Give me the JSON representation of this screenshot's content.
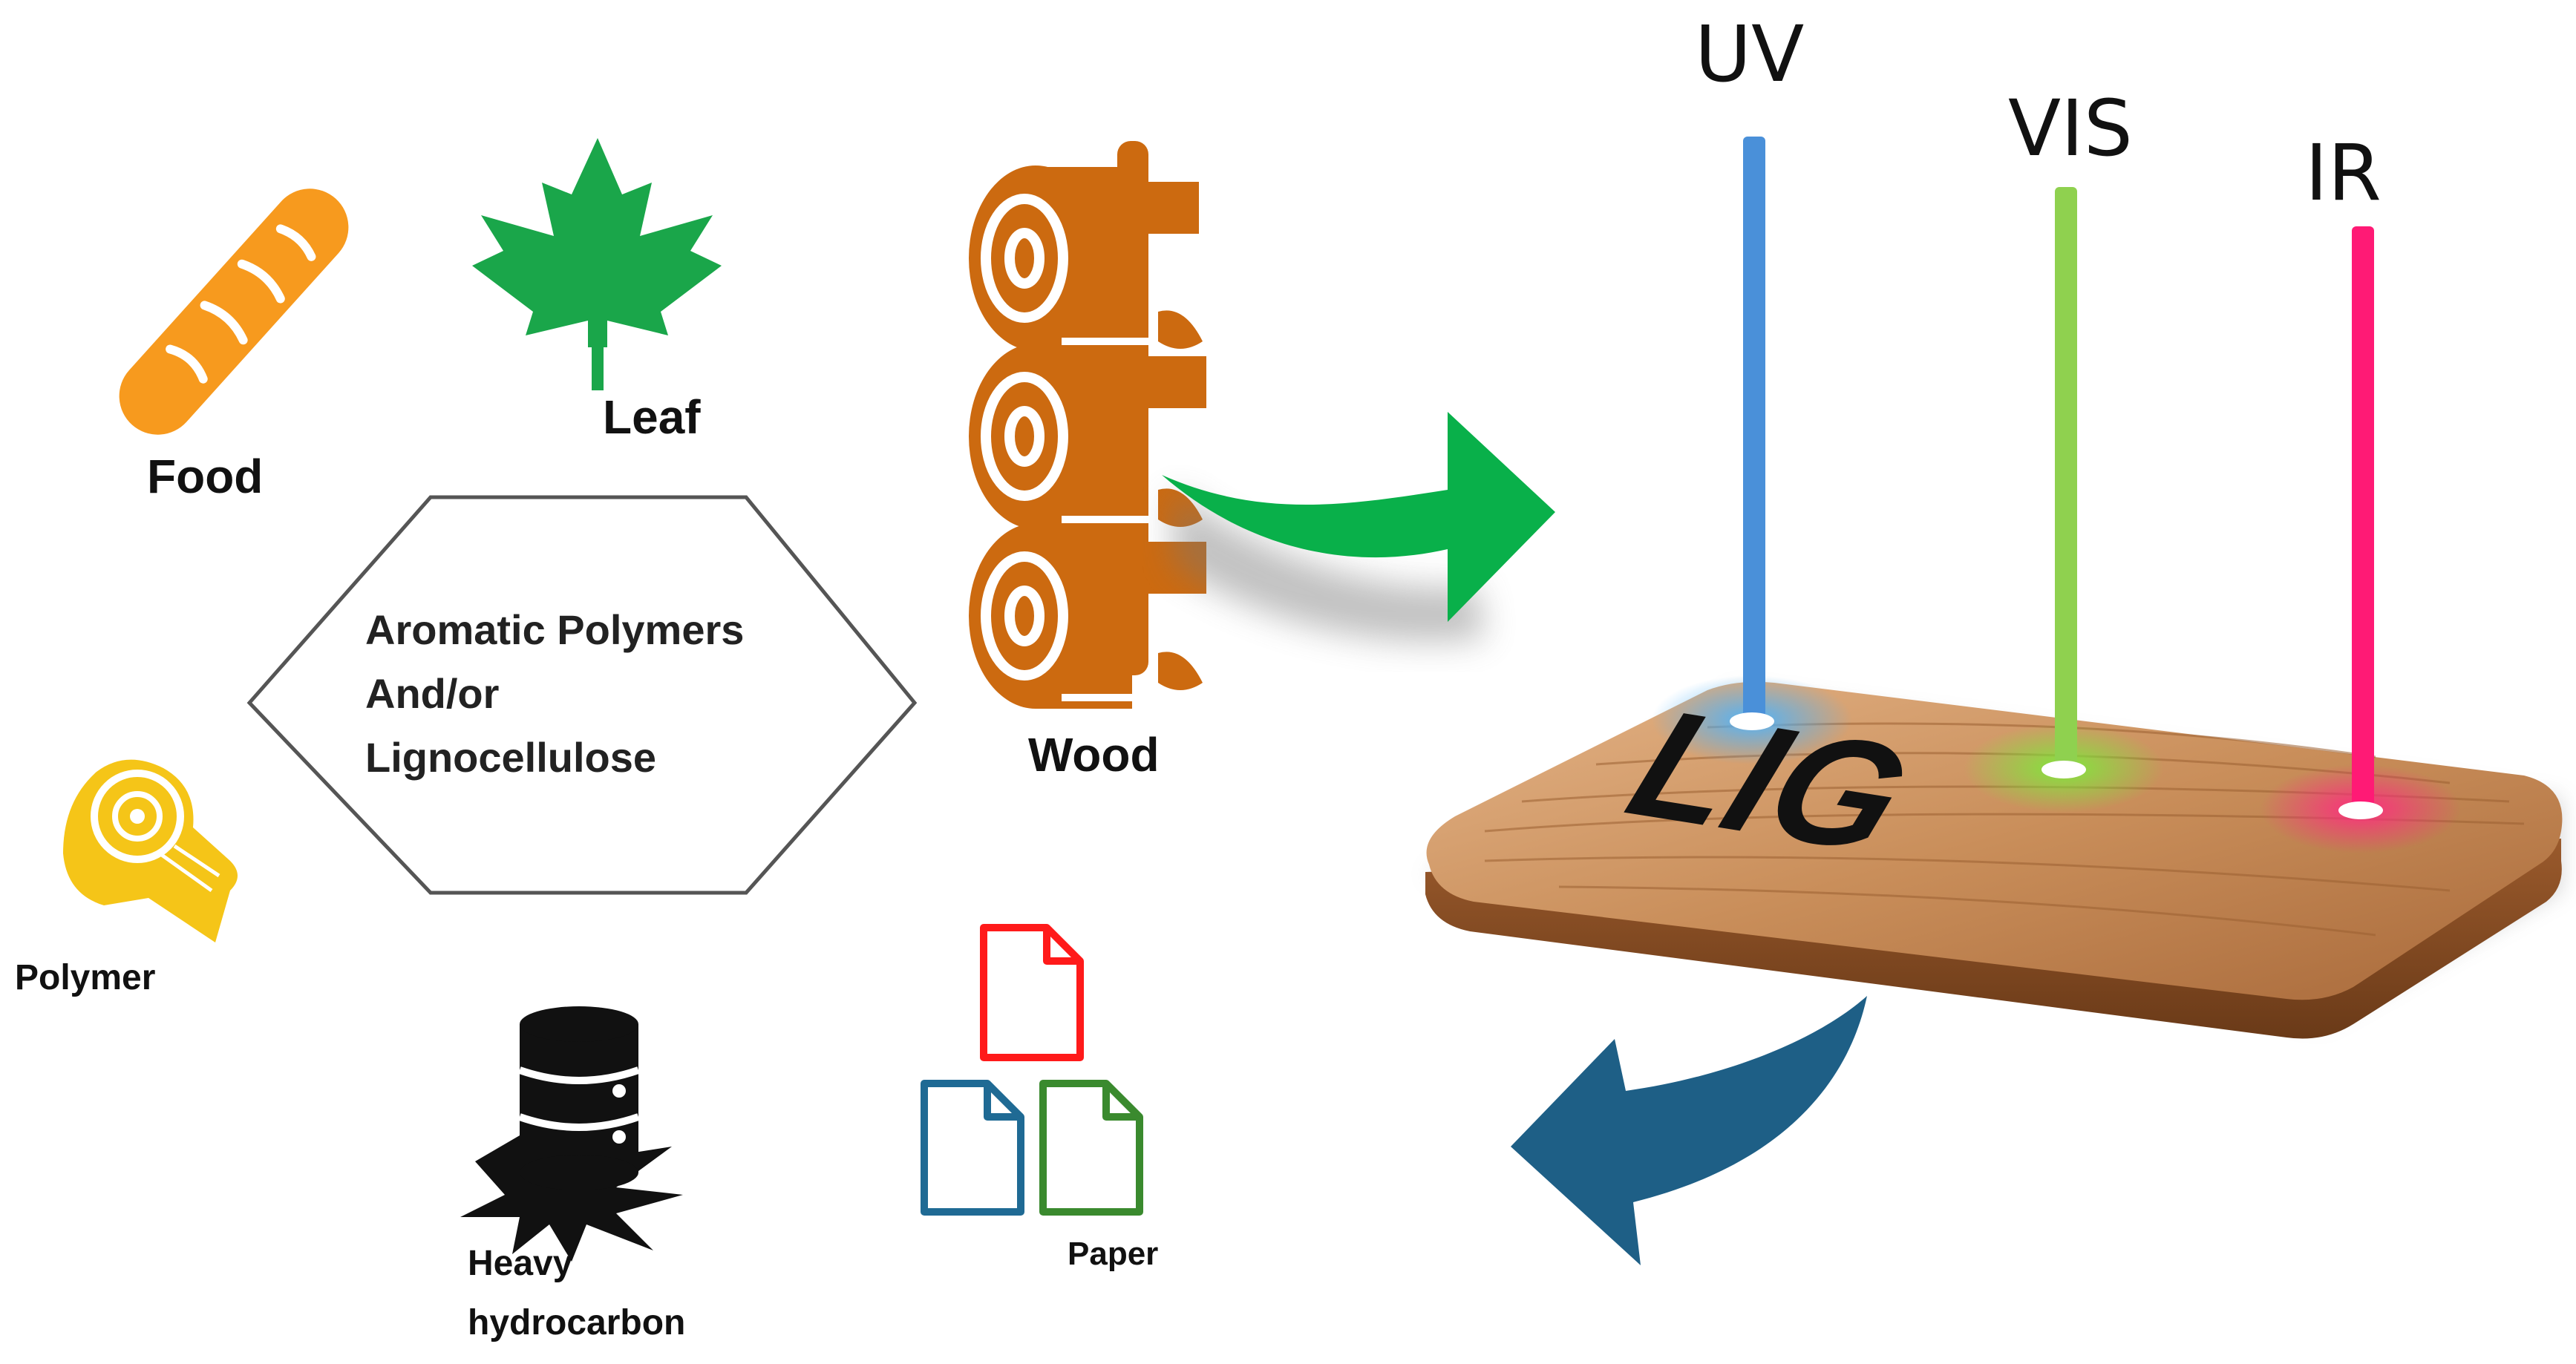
{
  "center": {
    "lines": [
      "Aromatic Polymers",
      "And/or",
      "Lignocellulose"
    ]
  },
  "sources": {
    "food": "Food",
    "leaf": "Leaf",
    "wood": "Wood",
    "polymer": "Polymer",
    "heavy_line1": "Heavy",
    "heavy_line2": "hydrocarbon",
    "paper": "Paper"
  },
  "lig_plate": {
    "label": "LIG",
    "beams": [
      {
        "label": "UV",
        "color": "#4a90d9"
      },
      {
        "label": "VIS",
        "color": "#8fd14f"
      },
      {
        "label": "IR",
        "color": "#ff1a75"
      }
    ]
  },
  "colors": {
    "wood_icon": "#cc6a10",
    "food_icon": "#f79a1e",
    "leaf_icon": "#1aa64a",
    "polymer_icon": "#f5c518",
    "arrow_right": "#09b04a",
    "arrow_left": "#1e5f86",
    "paper_red": "#ff1a1a",
    "paper_blue": "#1f6a94",
    "paper_green": "#3a8a2e"
  }
}
